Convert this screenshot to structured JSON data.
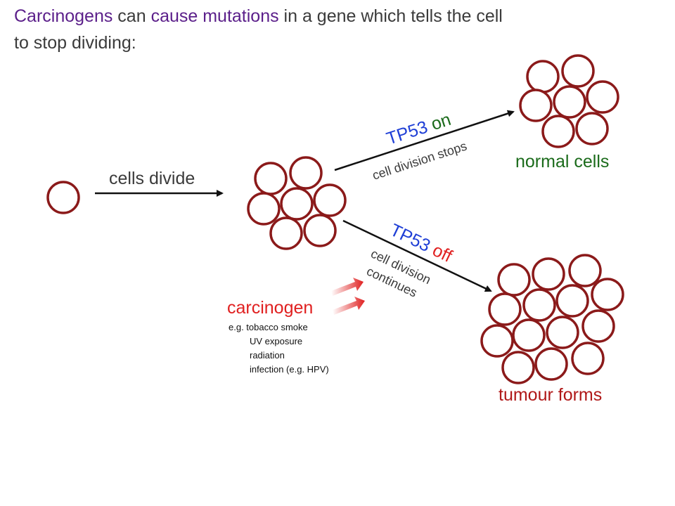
{
  "title": {
    "w1": "Carcinogens",
    "w2": " can ",
    "w3": "cause mutations",
    "w4": " in a gene which tells the cell",
    "w5": "to stop dividing:"
  },
  "labels": {
    "cells_divide": "cells divide",
    "tp53_on_gene": "TP53",
    "tp53_on_state": " on",
    "division_stops": "cell division stops",
    "normal_cells": "normal cells",
    "tp53_off_gene": "TP53",
    "tp53_off_state": " off",
    "division_continues_1": "cell division",
    "division_continues_2": "continues",
    "tumour_forms": "tumour forms",
    "carcinogen": "carcinogen"
  },
  "examples": {
    "intro": "e.g. tobacco smoke",
    "items": [
      "UV exposure",
      "radiation",
      "infection (e.g. HPV)"
    ]
  },
  "colors": {
    "title_highlight": "#5b1f8a",
    "cell_outline": "#8b1a1a",
    "gene_name": "#1f3fd6",
    "state_on": "#1b6b1b",
    "state_off": "#e02020",
    "normal_label": "#1b6b1b",
    "tumour_label": "#b01818",
    "carcinogen": "#e02020"
  }
}
